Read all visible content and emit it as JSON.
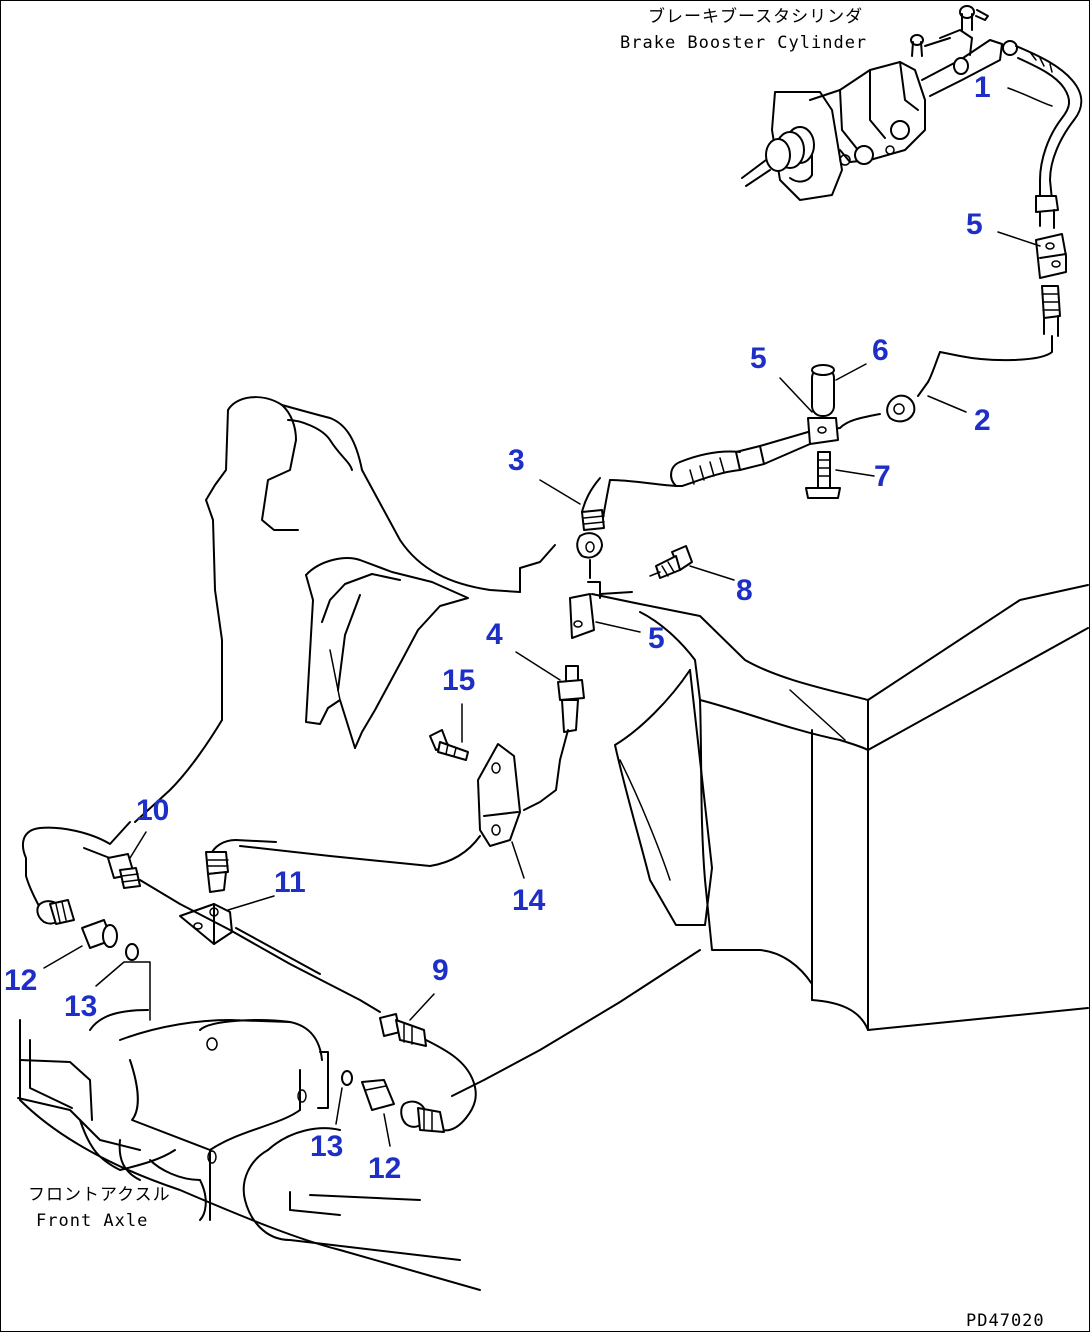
{
  "labels": {
    "booster_jp": "ブレーキブースタシリンダ",
    "booster_en": "Brake Booster Cylinder",
    "axle_jp": "フロントアクスル",
    "axle_en": "Front Axle",
    "drawing_code": "PD47020"
  },
  "callouts": [
    {
      "id": "c1",
      "text": "1"
    },
    {
      "id": "c5a",
      "text": "5"
    },
    {
      "id": "c5b",
      "text": "5"
    },
    {
      "id": "c6",
      "text": "6"
    },
    {
      "id": "c2",
      "text": "2"
    },
    {
      "id": "c3",
      "text": "3"
    },
    {
      "id": "c7",
      "text": "7"
    },
    {
      "id": "c8",
      "text": "8"
    },
    {
      "id": "c5c",
      "text": "5"
    },
    {
      "id": "c4",
      "text": "4"
    },
    {
      "id": "c15",
      "text": "15"
    },
    {
      "id": "c10",
      "text": "10"
    },
    {
      "id": "c11",
      "text": "11"
    },
    {
      "id": "c14",
      "text": "14"
    },
    {
      "id": "c9",
      "text": "9"
    },
    {
      "id": "c12a",
      "text": "12"
    },
    {
      "id": "c13a",
      "text": "13"
    },
    {
      "id": "c13b",
      "text": "13"
    },
    {
      "id": "c12b",
      "text": "12"
    }
  ],
  "colors": {
    "callout": "#1e2fc8",
    "line": "#000000",
    "background": "#ffffff"
  }
}
